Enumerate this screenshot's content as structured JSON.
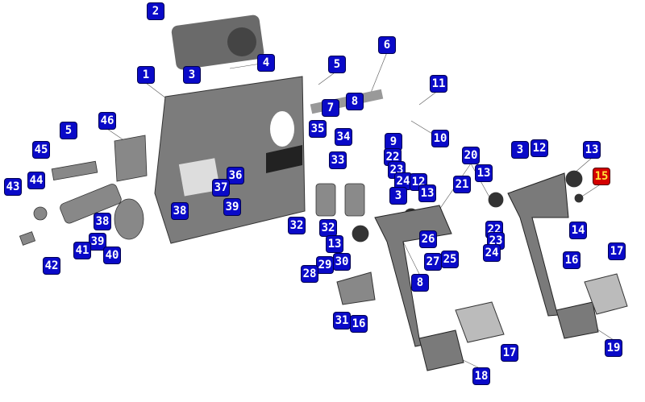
{
  "colors": {
    "label_bg": "#0a0ac8",
    "label_text": "#ffffff",
    "highlight_bg": "#d40000",
    "highlight_text": "#ffe23a",
    "part": "#8a8a8a"
  },
  "highlighted_label": "15",
  "labels": [
    "2",
    "4",
    "3",
    "1",
    "5",
    "6",
    "11",
    "7",
    "8",
    "10",
    "46",
    "5",
    "45",
    "35",
    "34",
    "9",
    "22",
    "23",
    "24",
    "33",
    "36",
    "37",
    "39",
    "38",
    "43",
    "44",
    "38",
    "39",
    "41",
    "40",
    "42",
    "32",
    "32",
    "13",
    "3",
    "12",
    "13",
    "20",
    "21",
    "13",
    "22",
    "23",
    "24",
    "26",
    "27",
    "25",
    "8",
    "3",
    "12",
    "13",
    "15",
    "14",
    "16",
    "17",
    "19",
    "17",
    "18",
    "30",
    "29",
    "28",
    "31",
    "16"
  ]
}
